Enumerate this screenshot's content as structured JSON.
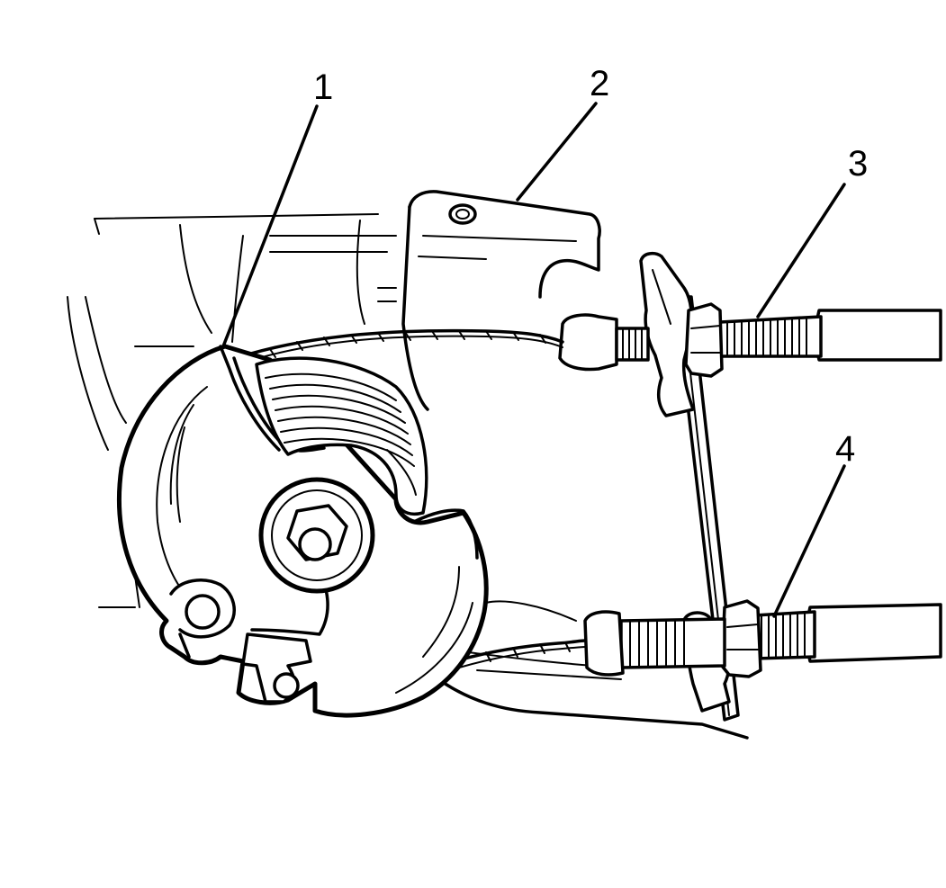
{
  "diagram": {
    "callouts": [
      {
        "label": "1"
      },
      {
        "label": "2"
      },
      {
        "label": "3"
      },
      {
        "label": "4"
      }
    ]
  },
  "colors": {
    "ink": "#000000",
    "paper": "#ffffff"
  },
  "icons": {
    "part": "parking-brake-cable-equalizer-illustration"
  }
}
